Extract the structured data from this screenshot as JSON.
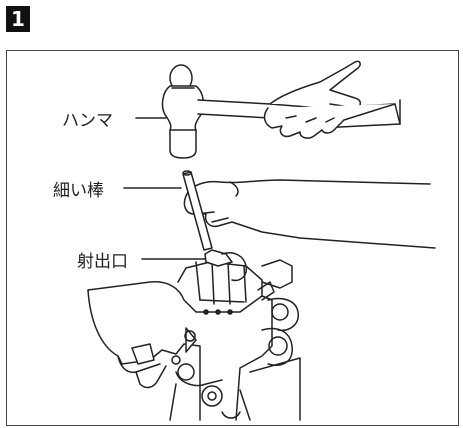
{
  "step": {
    "number": "1"
  },
  "labels": {
    "hammer": "ハンマ",
    "rod": "細い棒",
    "outlet": "射出口"
  }
}
